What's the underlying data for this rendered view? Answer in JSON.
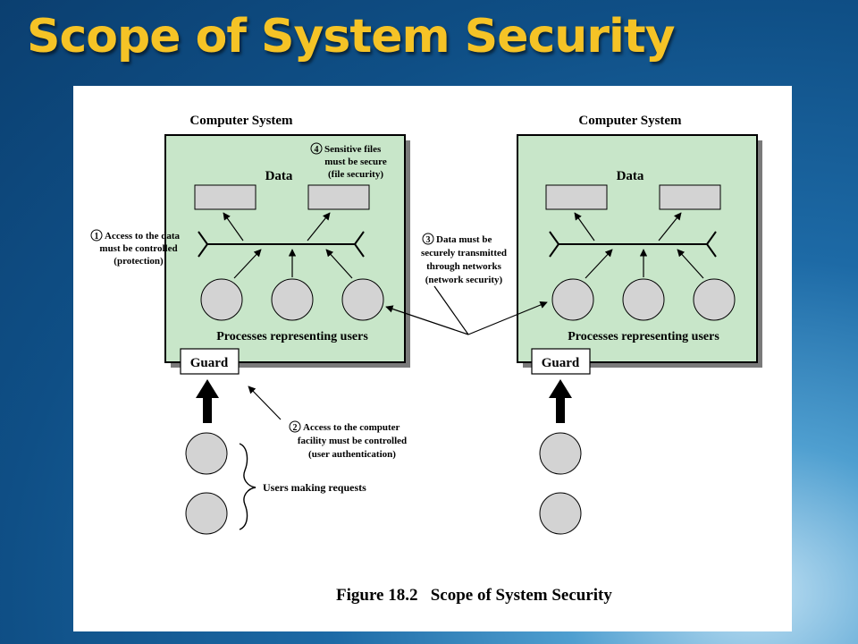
{
  "slide": {
    "title": "Scope of System Security"
  },
  "diagram": {
    "left_system": {
      "title": "Computer System",
      "data_label": "Data",
      "processes_label": "Processes representing users",
      "guard_label": "Guard"
    },
    "right_system": {
      "title": "Computer System",
      "data_label": "Data",
      "processes_label": "Processes representing users",
      "guard_label": "Guard"
    },
    "annotations": {
      "a1": {
        "number": "1",
        "lines": [
          "Access to the data",
          "must be controlled",
          "(protection)"
        ]
      },
      "a2": {
        "number": "2",
        "lines": [
          "Access to the computer",
          "facility must be controlled",
          "(user authentication)"
        ]
      },
      "a3": {
        "number": "3",
        "lines": [
          "Data must be",
          "securely transmitted",
          "through networks",
          "(network security)"
        ]
      },
      "a4": {
        "number": "4",
        "lines": [
          "Sensitive files",
          "must be secure",
          "(file security)"
        ]
      }
    },
    "users_label": "Users making requests",
    "caption": "Figure 18.2   Scope of System Security",
    "colors": {
      "system_fill": "#c8e6c9",
      "shadow": "#7a7a7a",
      "node_fill": "#d3d3d3"
    }
  }
}
